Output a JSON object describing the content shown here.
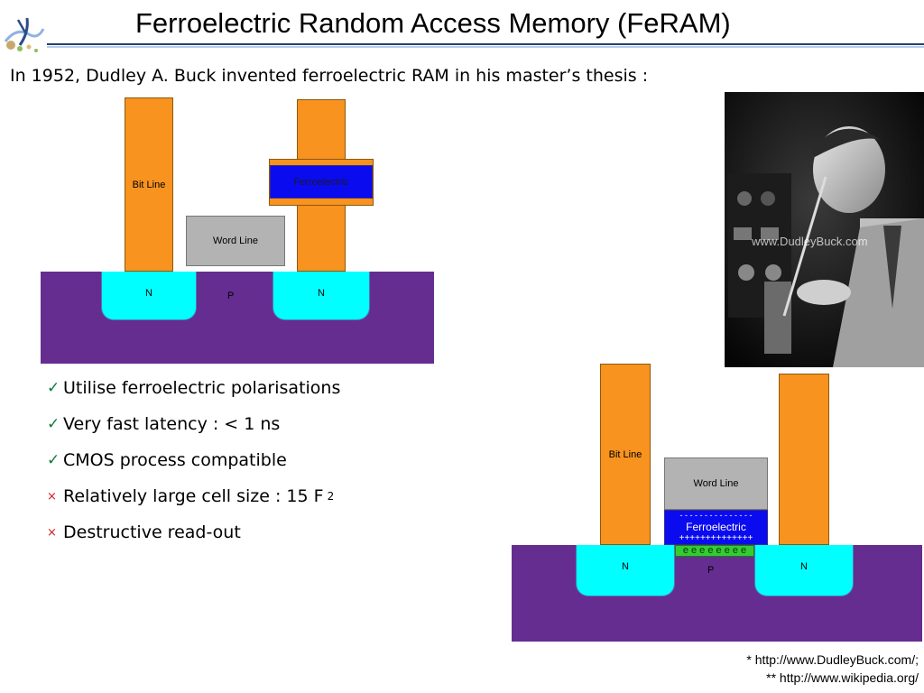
{
  "title": "Ferroelectric Random Access Memory (FeRAM)",
  "intro": "In 1952, Dudley A. Buck invented ferroelectric RAM in his master’s thesis :",
  "diagram_top": {
    "bit_line": "Bit Line",
    "word_line": "Word Line",
    "ferroelectric": "Ferroelectric",
    "n_left": "N",
    "p": "P",
    "n_right": "N"
  },
  "diagram_bottom": {
    "bit_line": "Bit Line",
    "word_line": "Word Line",
    "minus_row": "- - - - - - - - - - - - - - -",
    "ferroelectric": "Ferroelectric",
    "plus_row": "++++++++++++++",
    "electron_row": "e e e e e e e e",
    "n_left": "N",
    "p": "P",
    "n_right": "N"
  },
  "photo": {
    "watermark": "www.DudleyBuck.com"
  },
  "bullets": [
    {
      "mark": "✓",
      "kind": "pro",
      "text": "Utilise ferroelectric polarisations"
    },
    {
      "mark": "✓",
      "kind": "pro",
      "text": "Very fast latency : < 1 ns"
    },
    {
      "mark": "✓",
      "kind": "pro",
      "text": "CMOS process compatible"
    },
    {
      "mark": "×",
      "kind": "con",
      "text": "Relatively large cell size : 15 F",
      "sup": "2"
    },
    {
      "mark": "×",
      "kind": "con",
      "text": "Destructive read-out"
    }
  ],
  "references": [
    "* http://www.DudleyBuck.com/;",
    "** http://www.wikipedia.org/"
  ],
  "colors": {
    "bit_line": "#f7931e",
    "substrate": "#662d91",
    "n_well": "#00ffff",
    "word_line": "#b3b3b3",
    "ferroelectric": "#0b0bef",
    "electrons": "#33cc33",
    "check": "#0d7a3d",
    "cross": "#d11c1c",
    "rule": "#1f3f78"
  },
  "icons": {
    "logo": "university-logo-icon",
    "check": "check-icon",
    "cross": "cross-icon"
  }
}
